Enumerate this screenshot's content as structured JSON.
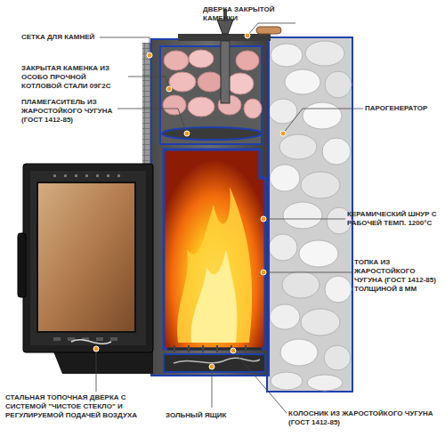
{
  "diagram": {
    "labels": [
      "ДВЕРКА ЗАКРЫТОЙ КАМЕНКИ",
      "СЕТКА ДЛЯ КАМНЕЙ",
      "ЗАКРЫТАЯ КАМЕНКА ИЗ ОСОБО ПРОЧНОЙ КОТЛОВОЙ СТАЛИ 09Г2С",
      "ПАРОГЕНЕРАТОР",
      "ПЛАМЕГАСИТЕЛЬ ИЗ ЖАРОСТОЙКОГО ЧУГУНА (ГОСТ 1412-85)",
      "КЕРАМИЧЕСКИЙ ШНУР С РАБОЧЕЙ ТЕМП. 1200°С",
      "ТОПКА ИЗ ЖАРОСТОЙКОГО ЧУГУНА (ГОСТ 1412-85) ТОЛЩИНОЙ 8 ММ",
      "СТАЛЬНАЯ ТОПОЧНАЯ ДВЕРКА С СИСТЕМОЙ \"ЧИСТОЕ СТЕКЛО\" И РЕГУЛИРУЕМОЙ ПОДАЧЕЙ ВОЗДУХА",
      "ЗОЛЬНЫЙ ЯЩИК",
      "КОЛОСНИК ИЗ ЖАРОСТОЙКОГО ЧУГУНА (ГОСТ 1412-85)"
    ]
  }
}
